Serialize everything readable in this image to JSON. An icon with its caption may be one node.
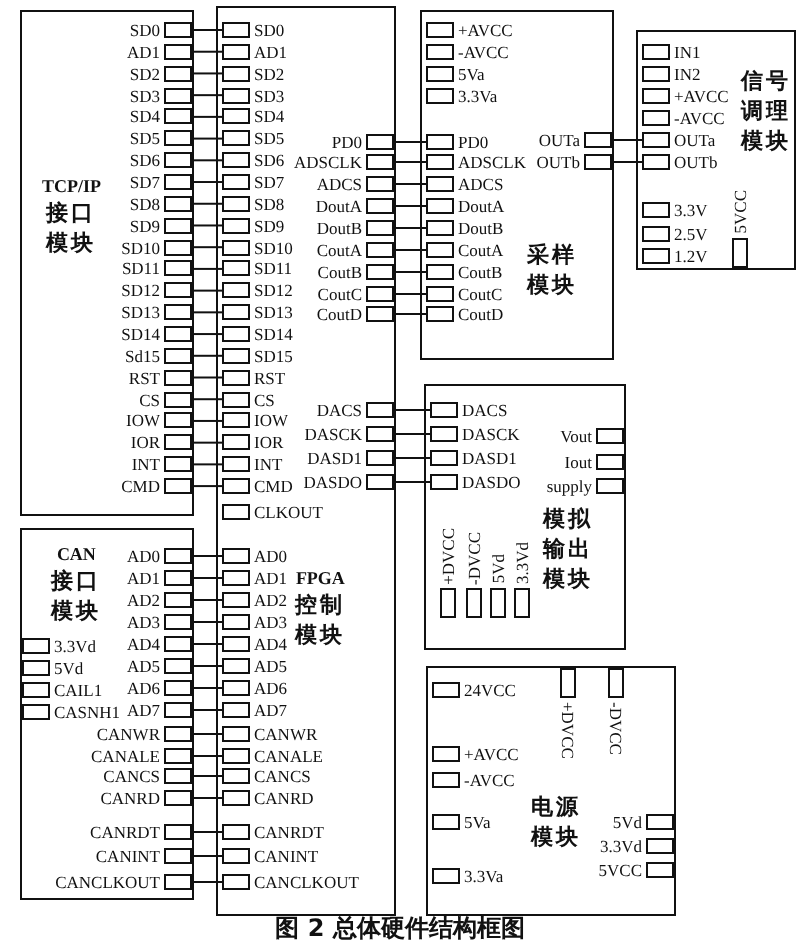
{
  "diagram": {
    "caption": "图 2 总体硬件结构框图",
    "nodes": [
      {
        "text": [
          "TCP/IP 接口模块"
        ]
      },
      {
        "text": [
          "SD0"
        ],
        "in": 0
      },
      {
        "text": [
          "AD1"
        ],
        "in": 0
      },
      {
        "text": [
          "SD2"
        ],
        "in": 0
      },
      {
        "text": [
          "SD3"
        ],
        "in": 0
      },
      {
        "text": [
          "SD4"
        ],
        "in": 0
      },
      {
        "text": [
          "SD5"
        ],
        "in": 0
      },
      {
        "text": [
          "SD6"
        ],
        "in": 0
      },
      {
        "text": [
          "SD7"
        ],
        "in": 0
      },
      {
        "text": [
          "SD8"
        ],
        "in": 0
      },
      {
        "text": [
          "SD9"
        ],
        "in": 0
      },
      {
        "text": [
          "SD10"
        ],
        "in": 0
      },
      {
        "text": [
          "SD11"
        ],
        "in": 0
      },
      {
        "text": [
          "SD12"
        ],
        "in": 0
      },
      {
        "text": [
          "SD13"
        ],
        "in": 0
      },
      {
        "text": [
          "SD14"
        ],
        "in": 0
      },
      {
        "text": [
          "Sd15"
        ],
        "in": 0
      },
      {
        "text": [
          "RST"
        ],
        "in": 0
      },
      {
        "text": [
          "CS"
        ],
        "in": 0
      },
      {
        "text": [
          "IOW"
        ],
        "in": 0
      },
      {
        "text": [
          "IOR"
        ],
        "in": 0
      },
      {
        "text": [
          "INT"
        ],
        "in": 0
      },
      {
        "text": [
          "CMD"
        ],
        "in": 0
      },
      {
        "text": [
          "FPGA 控制模块"
        ]
      },
      {
        "text": [
          "SD0"
        ],
        "in": 23
      },
      {
        "text": [
          "AD1"
        ],
        "in": 23
      },
      {
        "text": [
          "SD2"
        ],
        "in": 23
      },
      {
        "text": [
          "SD3"
        ],
        "in": 23
      },
      {
        "text": [
          "SD4"
        ],
        "in": 23
      },
      {
        "text": [
          "SD5"
        ],
        "in": 23
      },
      {
        "text": [
          "SD6"
        ],
        "in": 23
      },
      {
        "text": [
          "SD7"
        ],
        "in": 23
      },
      {
        "text": [
          "SD8"
        ],
        "in": 23
      },
      {
        "text": [
          "SD9"
        ],
        "in": 23
      },
      {
        "text": [
          "SD10"
        ],
        "in": 23
      },
      {
        "text": [
          "SD11"
        ],
        "in": 23
      },
      {
        "text": [
          "SD12"
        ],
        "in": 23
      },
      {
        "text": [
          "SD13"
        ],
        "in": 23
      },
      {
        "text": [
          "SD14"
        ],
        "in": 23
      },
      {
        "text": [
          "SD15"
        ],
        "in": 23
      },
      {
        "text": [
          "RST"
        ],
        "in": 23
      },
      {
        "text": [
          "CS"
        ],
        "in": 23
      },
      {
        "text": [
          "IOW"
        ],
        "in": 23
      },
      {
        "text": [
          "IOR"
        ],
        "in": 23
      },
      {
        "text": [
          "INT"
        ],
        "in": 23
      },
      {
        "text": [
          "CMD"
        ],
        "in": 23
      },
      {
        "text": [
          "CLKOUT"
        ],
        "in": 23
      },
      {
        "text": [
          "AD0"
        ],
        "in": 23
      },
      {
        "text": [
          "AD1"
        ],
        "in": 23
      },
      {
        "text": [
          "AD2"
        ],
        "in": 23
      },
      {
        "text": [
          "AD3"
        ],
        "in": 23
      },
      {
        "text": [
          "AD4"
        ],
        "in": 23
      },
      {
        "text": [
          "AD5"
        ],
        "in": 23
      },
      {
        "text": [
          "AD6"
        ],
        "in": 23
      },
      {
        "text": [
          "AD7"
        ],
        "in": 23
      },
      {
        "text": [
          "CANWR"
        ],
        "in": 23
      },
      {
        "text": [
          "CANALE"
        ],
        "in": 23
      },
      {
        "text": [
          "CANCS"
        ],
        "in": 23
      },
      {
        "text": [
          "CANRD"
        ],
        "in": 23
      },
      {
        "text": [
          "CANRDT"
        ],
        "in": 23
      },
      {
        "text": [
          "CANINT"
        ],
        "in": 23
      },
      {
        "text": [
          "CANCLKOUT"
        ],
        "in": 23
      },
      {
        "text": [
          "PD0"
        ],
        "in": 23
      },
      {
        "text": [
          "ADSCLK"
        ],
        "in": 23
      },
      {
        "text": [
          "ADCS"
        ],
        "in": 23
      },
      {
        "text": [
          "DoutA"
        ],
        "in": 23
      },
      {
        "text": [
          "DoutB"
        ],
        "in": 23
      },
      {
        "text": [
          "CoutA"
        ],
        "in": 23
      },
      {
        "text": [
          "CoutB"
        ],
        "in": 23
      },
      {
        "text": [
          "CoutC"
        ],
        "in": 23
      },
      {
        "text": [
          "CoutD"
        ],
        "in": 23
      },
      {
        "text": [
          "DACS"
        ],
        "in": 23
      },
      {
        "text": [
          "DASCK"
        ],
        "in": 23
      },
      {
        "text": [
          "DASD1"
        ],
        "in": 23
      },
      {
        "text": [
          "DASDO"
        ],
        "in": 23
      },
      {
        "text": [
          "CAN 接口模块"
        ]
      },
      {
        "text": [
          "3.3Vd"
        ],
        "in": 75
      },
      {
        "text": [
          "5Vd"
        ],
        "in": 75
      },
      {
        "text": [
          "CAIL1"
        ],
        "in": 75
      },
      {
        "text": [
          "CASNH1"
        ],
        "in": 75
      },
      {
        "text": [
          "AD0"
        ],
        "in": 75
      },
      {
        "text": [
          "AD1"
        ],
        "in": 75
      },
      {
        "text": [
          "AD2"
        ],
        "in": 75
      },
      {
        "text": [
          "AD3"
        ],
        "in": 75
      },
      {
        "text": [
          "AD4"
        ],
        "in": 75
      },
      {
        "text": [
          "AD5"
        ],
        "in": 75
      },
      {
        "text": [
          "AD6"
        ],
        "in": 75
      },
      {
        "text": [
          "AD7"
        ],
        "in": 75
      },
      {
        "text": [
          "CANWR"
        ],
        "in": 75
      },
      {
        "text": [
          "CANALE"
        ],
        "in": 75
      },
      {
        "text": [
          "CANCS"
        ],
        "in": 75
      },
      {
        "text": [
          "CANRD"
        ],
        "in": 75
      },
      {
        "text": [
          "CANRDT"
        ],
        "in": 75
      },
      {
        "text": [
          "CANINT"
        ],
        "in": 75
      },
      {
        "text": [
          "CANCLKOUT"
        ],
        "in": 75
      },
      {
        "text": [
          "采样模块"
        ]
      },
      {
        "text": [
          "+AVCC"
        ],
        "in": 95
      },
      {
        "text": [
          "-AVCC"
        ],
        "in": 95
      },
      {
        "text": [
          "5Va"
        ],
        "in": 95
      },
      {
        "text": [
          "3.3Va"
        ],
        "in": 95
      },
      {
        "text": [
          "PD0"
        ],
        "in": 95
      },
      {
        "text": [
          "ADSCLK"
        ],
        "in": 95
      },
      {
        "text": [
          "ADCS"
        ],
        "in": 95
      },
      {
        "text": [
          "DoutA"
        ],
        "in": 95
      },
      {
        "text": [
          "DoutB"
        ],
        "in": 95
      },
      {
        "text": [
          "CoutA"
        ],
        "in": 95
      },
      {
        "text": [
          "CoutB"
        ],
        "in": 95
      },
      {
        "text": [
          "CoutC"
        ],
        "in": 95
      },
      {
        "text": [
          "CoutD"
        ],
        "in": 95
      },
      {
        "text": [
          "OUTa"
        ],
        "in": 95
      },
      {
        "text": [
          "OUTb"
        ],
        "in": 95
      },
      {
        "text": [
          "信号调理模块"
        ]
      },
      {
        "text": [
          "IN1"
        ],
        "in": 111
      },
      {
        "text": [
          "IN2"
        ],
        "in": 111
      },
      {
        "text": [
          "+AVCC"
        ],
        "in": 111
      },
      {
        "text": [
          "-AVCC"
        ],
        "in": 111
      },
      {
        "text": [
          "OUTa"
        ],
        "in": 111
      },
      {
        "text": [
          "OUTb"
        ],
        "in": 111
      },
      {
        "text": [
          "3.3V"
        ],
        "in": 111
      },
      {
        "text": [
          "2.5V"
        ],
        "in": 111
      },
      {
        "text": [
          "1.2V"
        ],
        "in": 111
      },
      {
        "text": [
          "5VCC"
        ],
        "in": 111
      },
      {
        "text": [
          "模拟输出模块"
        ]
      },
      {
        "text": [
          "DACS"
        ],
        "in": 122
      },
      {
        "text": [
          "DASCK"
        ],
        "in": 122
      },
      {
        "text": [
          "DASD1"
        ],
        "in": 122
      },
      {
        "text": [
          "DASDO"
        ],
        "in": 122
      },
      {
        "text": [
          "Vout"
        ],
        "in": 122
      },
      {
        "text": [
          "Iout"
        ],
        "in": 122
      },
      {
        "text": [
          "supply"
        ],
        "in": 122
      },
      {
        "text": [
          "+DVCC"
        ],
        "in": 122
      },
      {
        "text": [
          "-DVCC"
        ],
        "in": 122
      },
      {
        "text": [
          "5Vd"
        ],
        "in": 122
      },
      {
        "text": [
          "3.3Vd"
        ],
        "in": 122
      },
      {
        "text": [
          "电源模块"
        ]
      },
      {
        "text": [
          "24VCC"
        ],
        "in": 134
      },
      {
        "text": [
          "+AVCC"
        ],
        "in": 134
      },
      {
        "text": [
          "-AVCC"
        ],
        "in": 134
      },
      {
        "text": [
          "5Va"
        ],
        "in": 134
      },
      {
        "text": [
          "3.3Va"
        ],
        "in": 134
      },
      {
        "text": [
          "+DVCC"
        ],
        "in": 134
      },
      {
        "text": [
          "-DVCC"
        ],
        "in": 134
      },
      {
        "text": [
          "5Vd"
        ],
        "in": 134
      },
      {
        "text": [
          "3.3Vd"
        ],
        "in": 134
      },
      {
        "text": [
          "5VCC"
        ],
        "in": 134
      }
    ],
    "edges": [
      {
        "from": 1,
        "to": 24,
        "arrow": "none"
      },
      {
        "from": 2,
        "to": 25,
        "arrow": "none"
      },
      {
        "from": 3,
        "to": 26,
        "arrow": "none"
      },
      {
        "from": 4,
        "to": 27,
        "arrow": "none"
      },
      {
        "from": 5,
        "to": 28,
        "arrow": "none"
      },
      {
        "from": 6,
        "to": 29,
        "arrow": "none"
      },
      {
        "from": 7,
        "to": 30,
        "arrow": "none"
      },
      {
        "from": 8,
        "to": 31,
        "arrow": "none"
      },
      {
        "from": 9,
        "to": 32,
        "arrow": "none"
      },
      {
        "from": 10,
        "to": 33,
        "arrow": "none"
      },
      {
        "from": 11,
        "to": 34,
        "arrow": "none"
      },
      {
        "from": 12,
        "to": 35,
        "arrow": "none"
      },
      {
        "from": 13,
        "to": 36,
        "arrow": "none"
      },
      {
        "from": 14,
        "to": 37,
        "arrow": "none"
      },
      {
        "from": 15,
        "to": 38,
        "arrow": "none"
      },
      {
        "from": 16,
        "to": 39,
        "arrow": "none"
      },
      {
        "from": 17,
        "to": 40,
        "arrow": "none"
      },
      {
        "from": 18,
        "to": 41,
        "arrow": "none"
      },
      {
        "from": 19,
        "to": 42,
        "arrow": "none"
      },
      {
        "from": 20,
        "to": 43,
        "arrow": "none"
      },
      {
        "from": 21,
        "to": 44,
        "arrow": "none"
      },
      {
        "from": 22,
        "to": 45,
        "arrow": "none"
      },
      {
        "from": 80,
        "to": 47,
        "arrow": "none"
      },
      {
        "from": 81,
        "to": 48,
        "arrow": "none"
      },
      {
        "from": 82,
        "to": 49,
        "arrow": "none"
      },
      {
        "from": 83,
        "to": 50,
        "arrow": "none"
      },
      {
        "from": 84,
        "to": 51,
        "arrow": "none"
      },
      {
        "from": 85,
        "to": 52,
        "arrow": "none"
      },
      {
        "from": 86,
        "to": 53,
        "arrow": "none"
      },
      {
        "from": 87,
        "to": 54,
        "arrow": "none"
      },
      {
        "from": 88,
        "to": 55,
        "arrow": "none"
      },
      {
        "from": 89,
        "to": 56,
        "arrow": "none"
      },
      {
        "from": 90,
        "to": 57,
        "arrow": "none"
      },
      {
        "from": 91,
        "to": 58,
        "arrow": "none"
      },
      {
        "from": 92,
        "to": 59,
        "arrow": "none"
      },
      {
        "from": 93,
        "to": 60,
        "arrow": "none"
      },
      {
        "from": 94,
        "to": 61,
        "arrow": "none"
      },
      {
        "from": 62,
        "to": 100,
        "arrow": "none"
      },
      {
        "from": 63,
        "to": 101,
        "arrow": "none"
      },
      {
        "from": 64,
        "to": 102,
        "arrow": "none"
      },
      {
        "from": 65,
        "to": 103,
        "arrow": "none"
      },
      {
        "from": 66,
        "to": 104,
        "arrow": "none"
      },
      {
        "from": 67,
        "to": 105,
        "arrow": "none"
      },
      {
        "from": 68,
        "to": 106,
        "arrow": "none"
      },
      {
        "from": 69,
        "to": 107,
        "arrow": "none"
      },
      {
        "from": 70,
        "to": 108,
        "arrow": "none"
      },
      {
        "from": 71,
        "to": 123,
        "arrow": "none"
      },
      {
        "from": 72,
        "to": 124,
        "arrow": "none"
      },
      {
        "from": 73,
        "to": 125,
        "arrow": "none"
      },
      {
        "from": 74,
        "to": 126,
        "arrow": "none"
      },
      {
        "from": 109,
        "to": 116,
        "arrow": "none"
      },
      {
        "from": 110,
        "to": 117,
        "arrow": "none"
      }
    ]
  }
}
